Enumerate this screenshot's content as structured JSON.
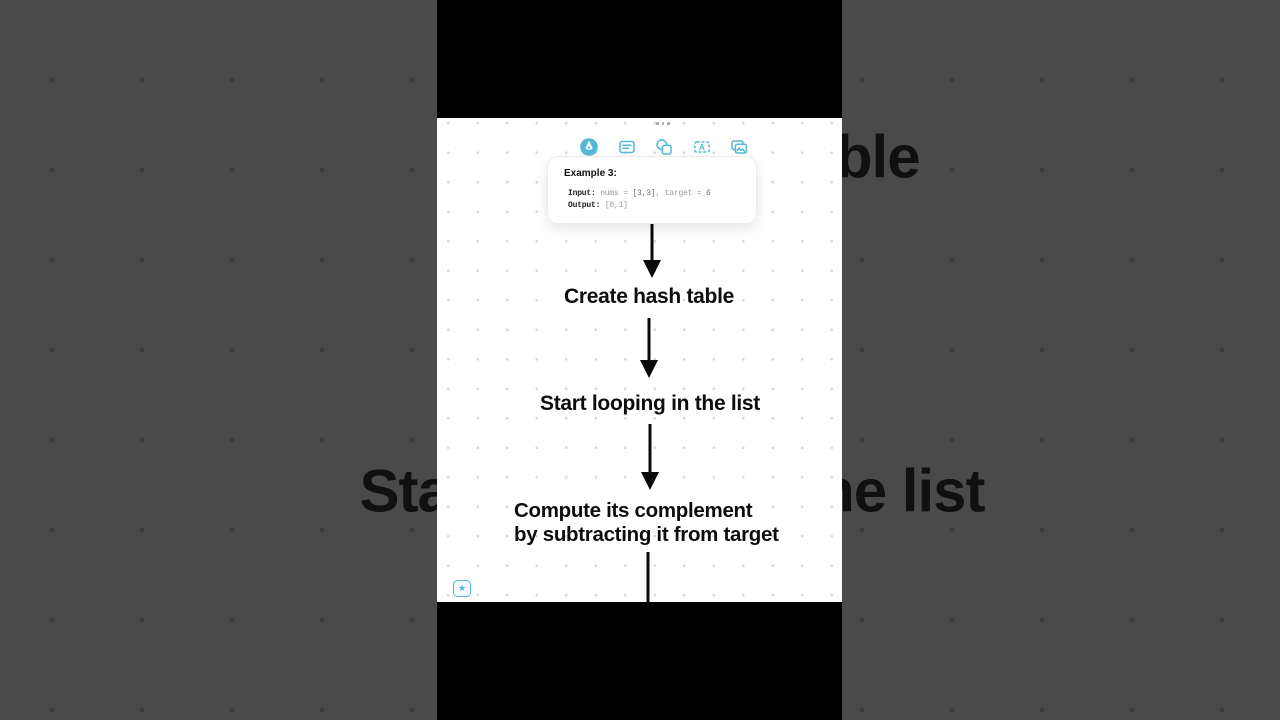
{
  "colors": {
    "accent": "#55b8d6",
    "side_background": "#4a4a4a",
    "canvas": "#ffffff",
    "letterbox": "#000000"
  },
  "background_echo": {
    "top_text": "Create hash table",
    "bottom_text": "Start looping in the list"
  },
  "toolbar": {
    "tools": [
      {
        "label": "draw"
      },
      {
        "label": "note"
      },
      {
        "label": "shapes"
      },
      {
        "label": "text"
      },
      {
        "label": "media"
      }
    ],
    "text_tool_glyph": "A"
  },
  "example_card": {
    "title": "Example 3:",
    "input_label": "Input:",
    "input_parts": [
      {
        "text": " nums = "
      },
      {
        "text": "[3,3]"
      },
      {
        "text": ", target = "
      },
      {
        "text": "6"
      }
    ],
    "output_label": "Output:",
    "output_value": " [0,1]"
  },
  "flowchart": {
    "step1": "Create hash table",
    "step2": "Start looping in the list",
    "step3_line1": "Compute its complement",
    "step3_line2": "by subtracting it from target"
  },
  "footer": {
    "star_glyph": "★"
  }
}
